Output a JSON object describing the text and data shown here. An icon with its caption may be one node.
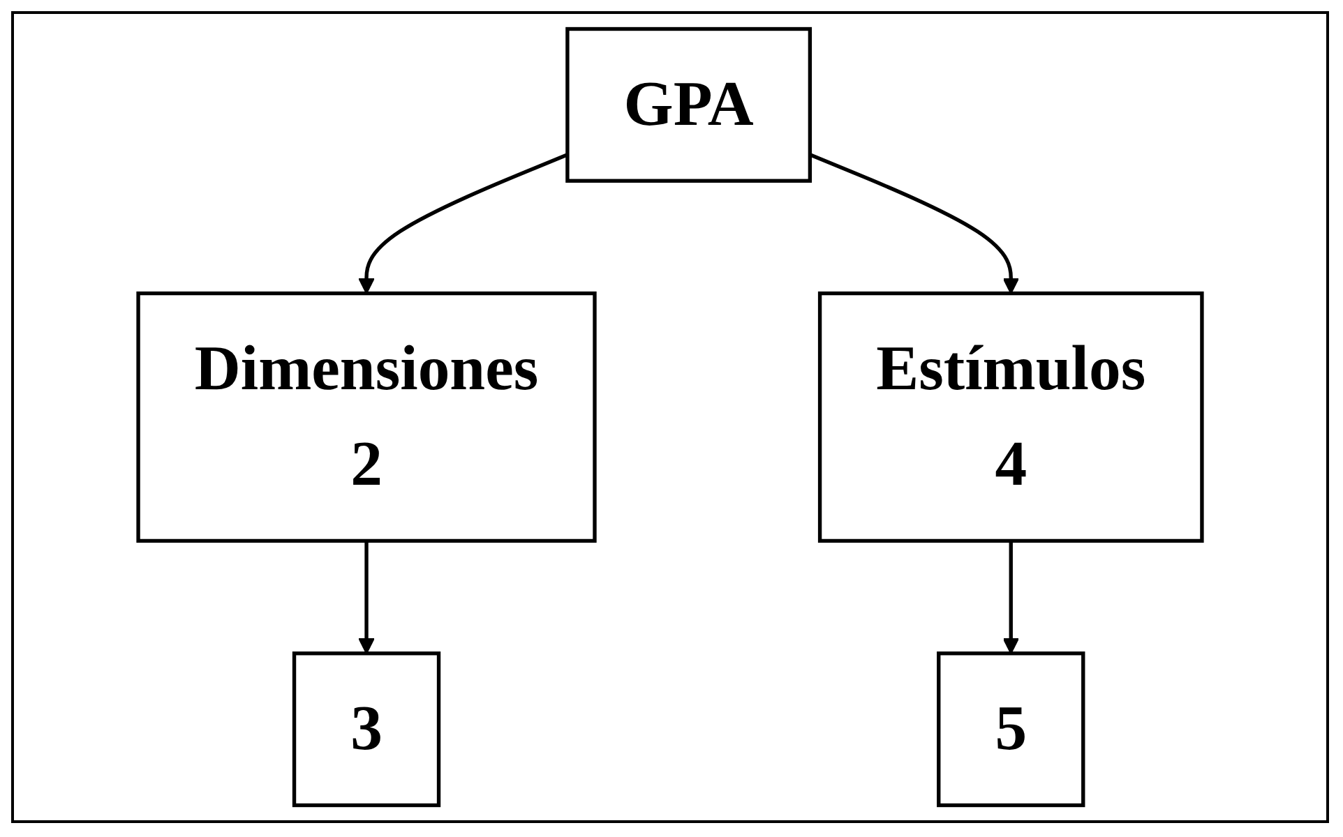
{
  "diagram": {
    "nodes": [
      {
        "text": [
          "GPA"
        ]
      },
      {
        "text": [
          "Dimensiones",
          "2"
        ]
      },
      {
        "text": [
          "3"
        ]
      },
      {
        "text": [
          "Estímulos",
          "4"
        ]
      },
      {
        "text": [
          "5"
        ]
      }
    ],
    "edges": [
      {
        "from": 0,
        "to": 1,
        "arrow": "to"
      },
      {
        "from": 0,
        "to": 3,
        "arrow": "to"
      },
      {
        "from": 1,
        "to": 2,
        "arrow": "to"
      },
      {
        "from": 3,
        "to": 4,
        "arrow": "to"
      }
    ]
  }
}
